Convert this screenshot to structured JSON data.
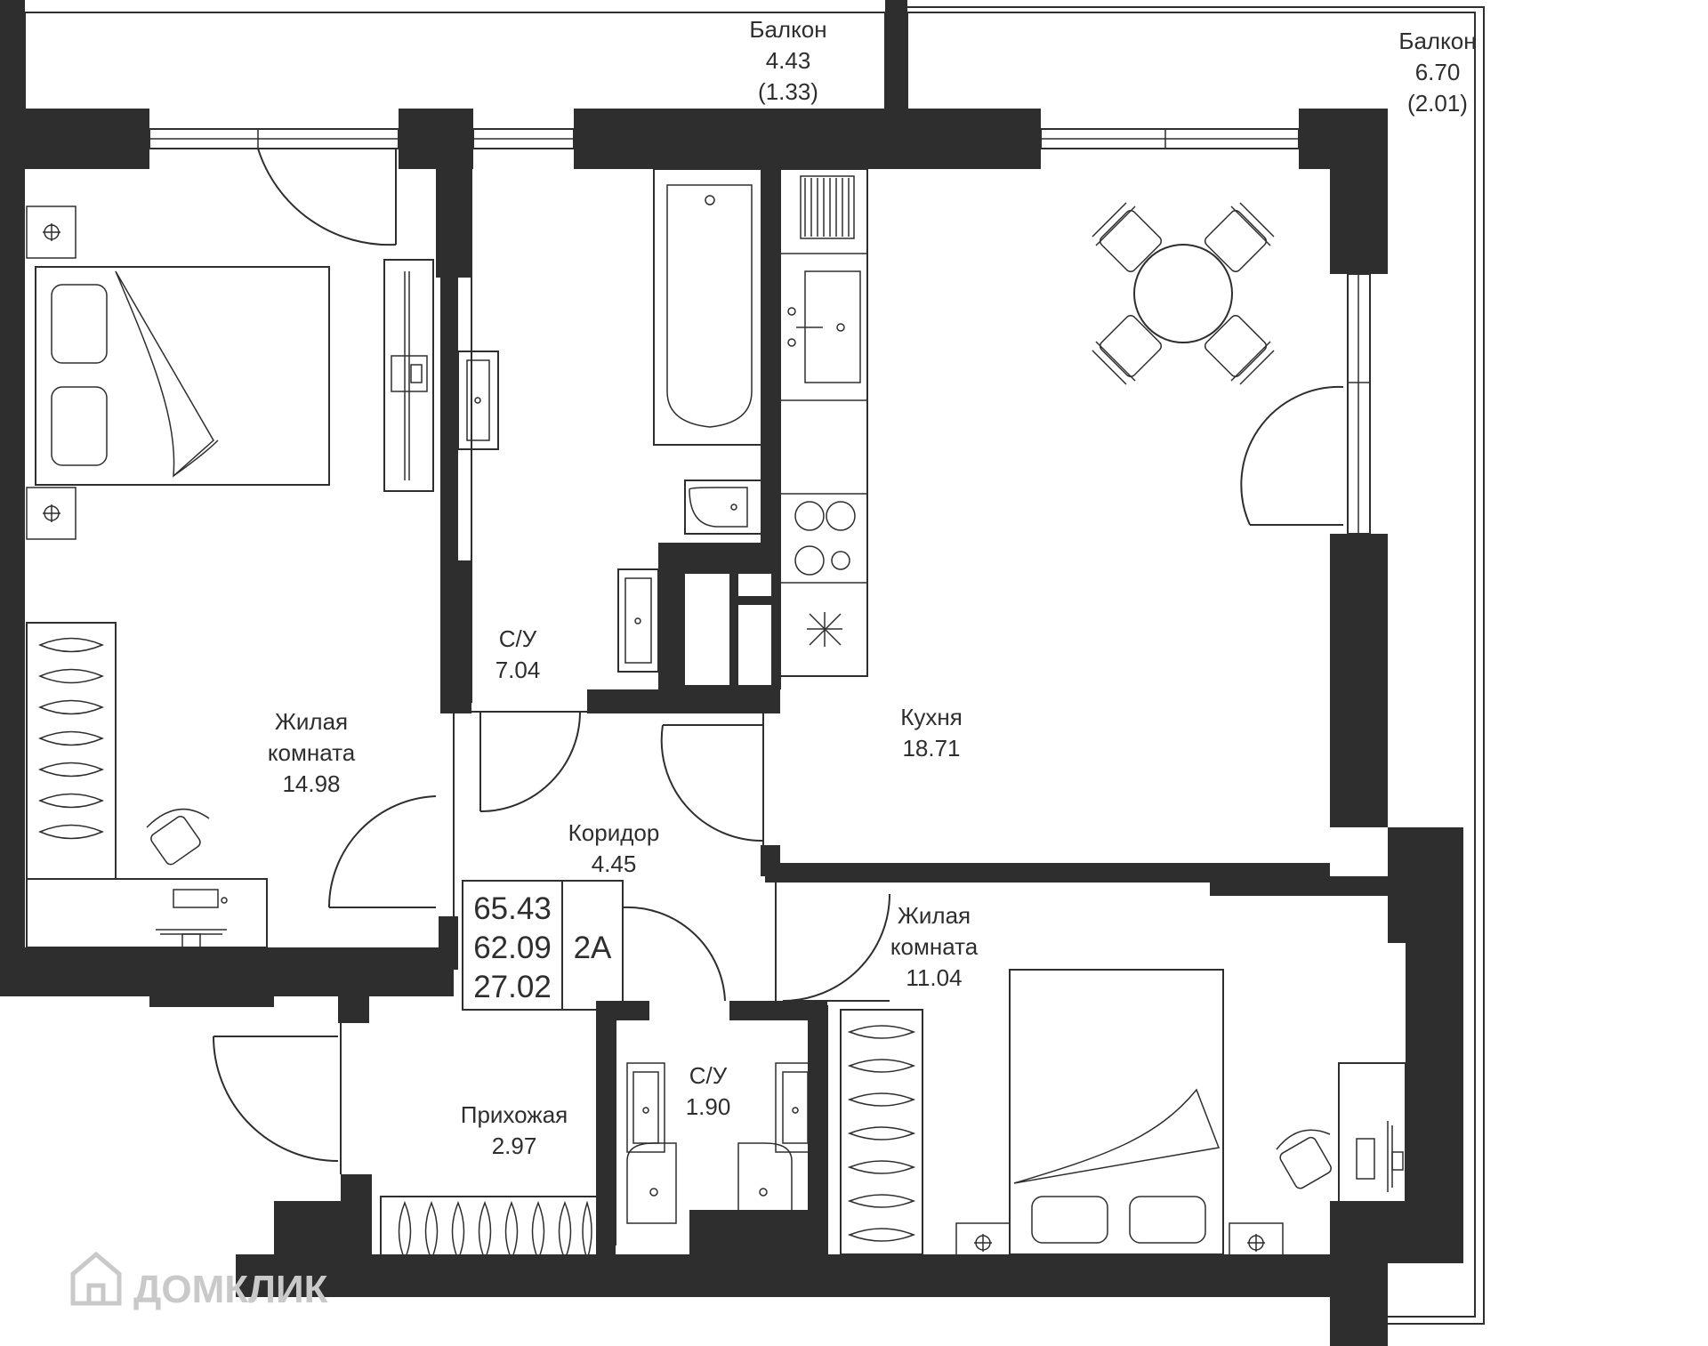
{
  "rooms": {
    "balcony_left": {
      "name": "Балкон",
      "area": "4.43",
      "reduced_area": "(1.33)"
    },
    "balcony_right": {
      "name": "Балкон",
      "area": "6.70",
      "reduced_area": "(2.01)"
    },
    "bedroom_left": {
      "name_line1": "Жилая",
      "name_line2": "комната",
      "area": "14.98"
    },
    "bathroom_top": {
      "name": "С/У",
      "area": "7.04"
    },
    "kitchen": {
      "name": "Кухня",
      "area": "18.71"
    },
    "corridor": {
      "name": "Коридор",
      "area": "4.45"
    },
    "bedroom_right": {
      "name_line1": "Жилая",
      "name_line2": "комната",
      "area": "11.04"
    },
    "bathroom_small": {
      "name": "С/У",
      "area": "1.90"
    },
    "hallway": {
      "name": "Прихожая",
      "area": "2.97"
    }
  },
  "summary": {
    "total_area": "65.43",
    "living_total": "62.09",
    "residential": "27.02",
    "unit_code": "2А"
  },
  "watermark": {
    "brand": "ДОМКЛИК"
  },
  "colors": {
    "walls": "#2e2e2e",
    "background": "#ffffff",
    "watermark": "#c9c9c9"
  }
}
